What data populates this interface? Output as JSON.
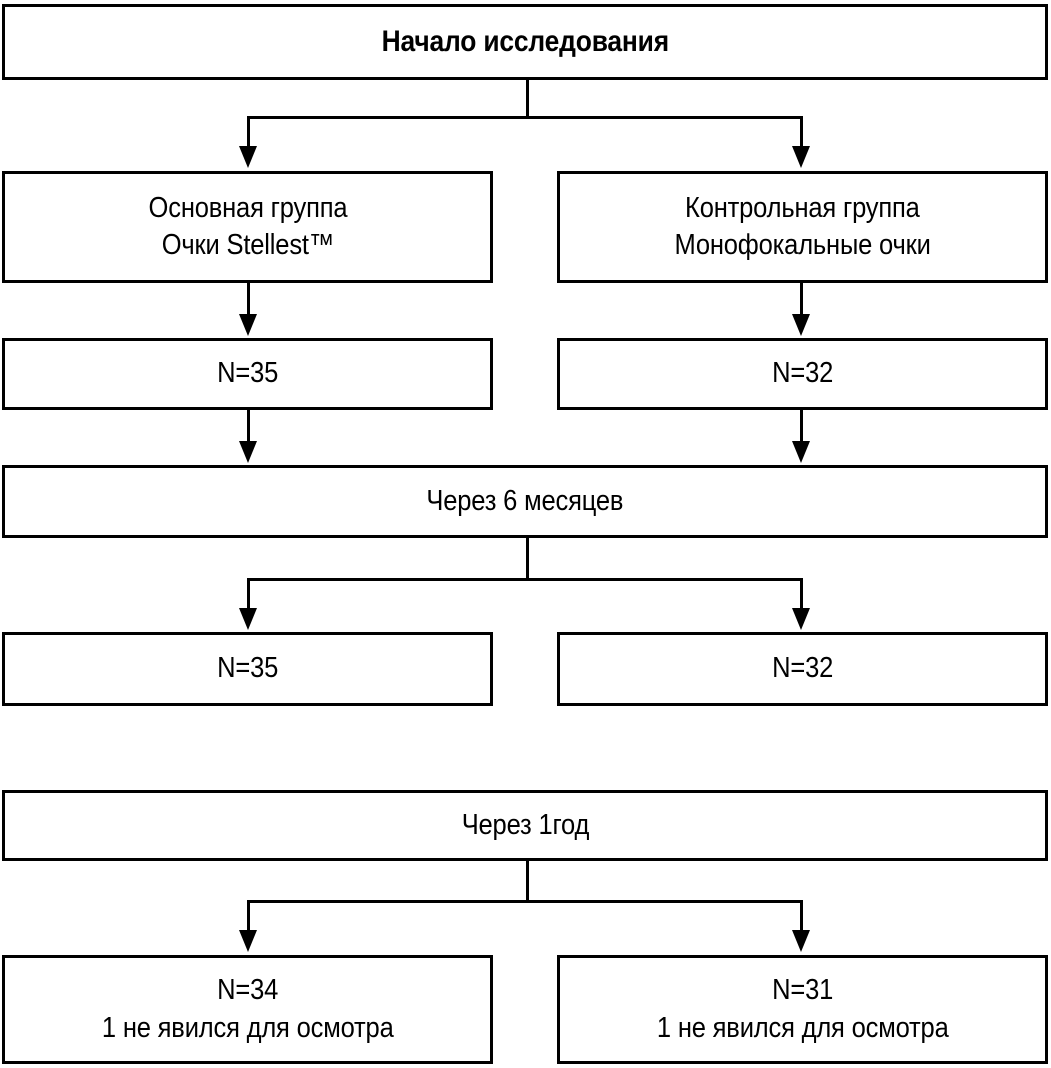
{
  "diagram": {
    "type": "flowchart",
    "title_text": "Начало исследования",
    "nodes": {
      "start": {
        "text": "Начало исследования"
      },
      "group_main": {
        "line1": "Основная группа",
        "line2": "Очки Stellest™"
      },
      "group_control": {
        "line1": "Контрольная группа",
        "line2": "Монофокальные очки"
      },
      "baseline_main": {
        "text": "N=35"
      },
      "baseline_control": {
        "text": "N=32"
      },
      "followup_6m": {
        "text": "Через 6 месяцев"
      },
      "six_month_main": {
        "text": "N=35"
      },
      "six_month_control": {
        "text": "N=32"
      },
      "followup_1y": {
        "text": "Через 1год"
      },
      "one_year_main": {
        "line1": "N=34",
        "line2": "1 не явился для осмотра"
      },
      "one_year_control": {
        "line1": "N=31",
        "line2": "1 не явился для осмотра"
      }
    },
    "colors": {
      "stroke": "#000000",
      "fill": "#ffffff",
      "text": "#000000"
    }
  }
}
